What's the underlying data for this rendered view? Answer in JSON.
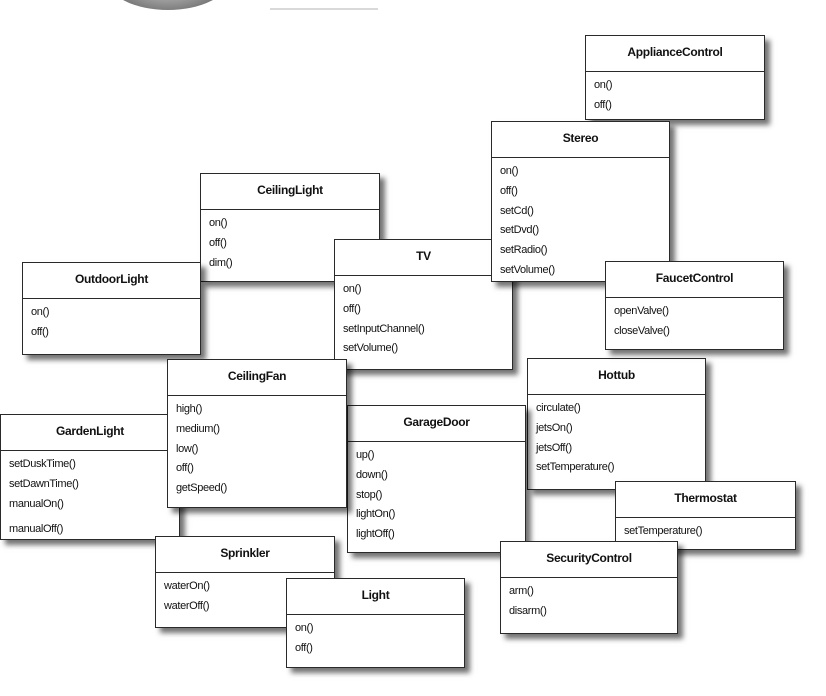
{
  "diagram": {
    "classes": [
      {
        "name": "ApplianceControl",
        "methods": [
          "on()",
          "off()"
        ]
      },
      {
        "name": "Stereo",
        "methods": [
          "on()",
          "off()",
          "setCd()",
          "setDvd()",
          "setRadio()",
          "setVolume()"
        ]
      },
      {
        "name": "CeilingLight",
        "methods": [
          "on()",
          "off()",
          "dim()"
        ]
      },
      {
        "name": "TV",
        "methods": [
          "on()",
          "off()",
          "setInputChannel()",
          "setVolume()"
        ]
      },
      {
        "name": "OutdoorLight",
        "methods": [
          "on()",
          "off()"
        ]
      },
      {
        "name": "FaucetControl",
        "methods": [
          "openValve()",
          "closeValve()"
        ]
      },
      {
        "name": "CeilingFan",
        "methods": [
          "high()",
          "medium()",
          "low()",
          "off()",
          "getSpeed()"
        ]
      },
      {
        "name": "Hottub",
        "methods": [
          "circulate()",
          "jetsOn()",
          "jetsOff()",
          "setTemperature()"
        ]
      },
      {
        "name": "GardenLight",
        "methods": [
          "setDuskTime()",
          "setDawnTime()",
          "manualOn()",
          "manualOff()"
        ]
      },
      {
        "name": "GarageDoor",
        "methods": [
          "up()",
          "down()",
          "stop()",
          "lightOn()",
          "lightOff()"
        ]
      },
      {
        "name": "Thermostat",
        "methods": [
          "setTemperature()"
        ]
      },
      {
        "name": "Sprinkler",
        "methods": [
          "waterOn()",
          "waterOff()"
        ]
      },
      {
        "name": "SecurityControl",
        "methods": [
          "arm()",
          "disarm()"
        ]
      },
      {
        "name": "Light",
        "methods": [
          "on()",
          "off()"
        ]
      }
    ]
  }
}
